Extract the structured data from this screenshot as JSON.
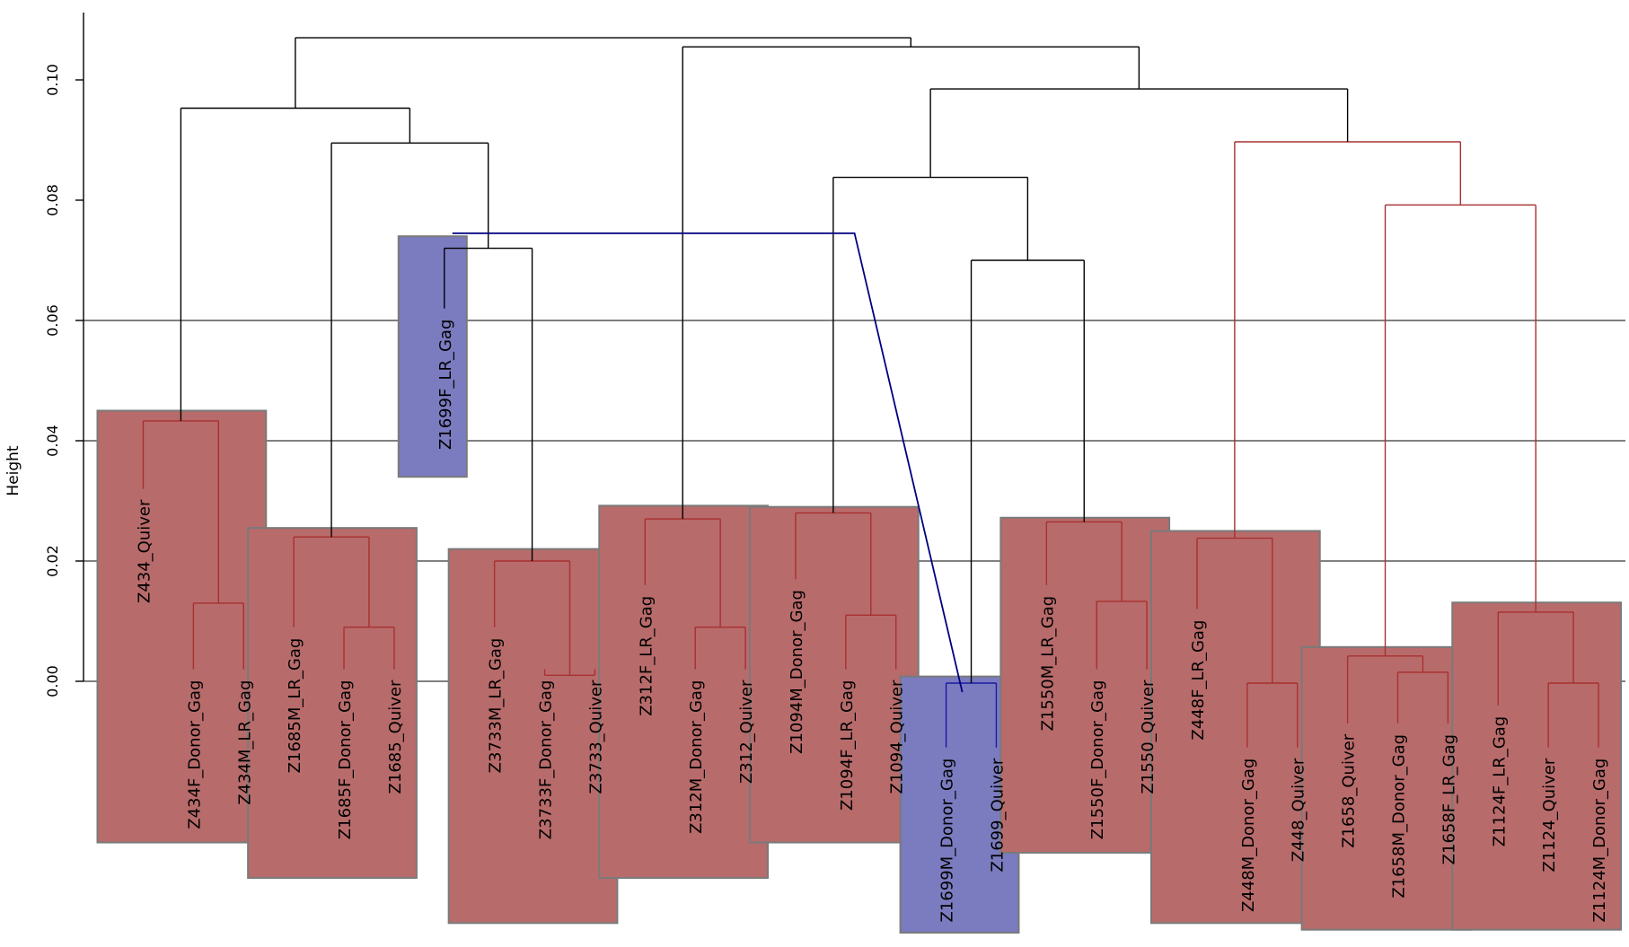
{
  "chart_data": {
    "type": "dendrogram",
    "ylabel": "Height",
    "ylim": [
      0,
      0.11
    ],
    "yticks": [
      0.0,
      0.02,
      0.04,
      0.06,
      0.08,
      0.1
    ],
    "ytick_labels": [
      "0.00",
      "0.02",
      "0.04",
      "0.06",
      "0.08",
      "0.10"
    ],
    "reference_lines": [
      0.0,
      0.02,
      0.04,
      0.06
    ],
    "colors": {
      "red_group": "#a83030",
      "blue_group": "#1a1aa0",
      "connector": "#000080"
    },
    "leaves": [
      {
        "label": "Z434_Quiver",
        "height": 0.032
      },
      {
        "label": "Z434F_Donor_Gag",
        "height": 0.002
      },
      {
        "label": "Z434M_LR_Gag",
        "height": 0.002
      },
      {
        "label": "Z1685M_LR_Gag",
        "height": 0.009
      },
      {
        "label": "Z1685F_Donor_Gag",
        "height": 0.002
      },
      {
        "label": "Z1685_Quiver",
        "height": 0.002
      },
      {
        "label": "Z1699F_LR_Gag",
        "height": 0.062
      },
      {
        "label": "Z3733M_LR_Gag",
        "height": 0.009
      },
      {
        "label": "Z3733F_Donor_Gag",
        "height": 0.002
      },
      {
        "label": "Z3733_Quiver",
        "height": 0.002
      },
      {
        "label": "Z312F_LR_Gag",
        "height": 0.016
      },
      {
        "label": "Z312M_Donor_Gag",
        "height": 0.002
      },
      {
        "label": "Z312_Quiver",
        "height": 0.002
      },
      {
        "label": "Z1094M_Donor_Gag",
        "height": 0.017
      },
      {
        "label": "Z1094F_LR_Gag",
        "height": 0.002
      },
      {
        "label": "Z1094_Quiver",
        "height": 0.002
      },
      {
        "label": "Z1699M_Donor_Gag",
        "height": -0.011
      },
      {
        "label": "Z1699_Quiver",
        "height": -0.011
      },
      {
        "label": "Z1550M_LR_Gag",
        "height": 0.016
      },
      {
        "label": "Z1550F_Donor_Gag",
        "height": 0.002
      },
      {
        "label": "Z1550_Quiver",
        "height": 0.002
      },
      {
        "label": "Z448F_LR_Gag",
        "height": 0.012
      },
      {
        "label": "Z448M_Donor_Gag",
        "height": -0.011
      },
      {
        "label": "Z448_Quiver",
        "height": -0.011
      },
      {
        "label": "Z1658_Quiver",
        "height": -0.007
      },
      {
        "label": "Z1658M_Donor_Gag",
        "height": -0.007
      },
      {
        "label": "Z1658F_LR_Gag",
        "height": -0.007
      },
      {
        "label": "Z1124F_LR_Gag",
        "height": -0.004
      },
      {
        "label": "Z1124_Quiver",
        "height": -0.011
      },
      {
        "label": "Z1124M_Donor_Gag",
        "height": -0.011
      }
    ],
    "merges": [
      {
        "a": 1,
        "b": 2,
        "height": 0.013
      },
      {
        "a": 0,
        "b": "m0",
        "height": 0.0433
      },
      {
        "a": 4,
        "b": 5,
        "height": 0.009
      },
      {
        "a": 3,
        "b": "m2",
        "height": 0.024
      },
      {
        "a": 8,
        "b": 9,
        "height": 0.001
      },
      {
        "a": 7,
        "b": "m4",
        "height": 0.02
      },
      {
        "a": 6,
        "b": "m5",
        "height": 0.072
      },
      {
        "a": "m3",
        "b": "m6",
        "height": 0.0895
      },
      {
        "a": "m1",
        "b": "m7",
        "height": 0.0953
      },
      {
        "a": 11,
        "b": 12,
        "height": 0.009
      },
      {
        "a": 10,
        "b": "m9",
        "height": 0.027
      },
      {
        "a": 14,
        "b": 15,
        "height": 0.011
      },
      {
        "a": 13,
        "b": "m11",
        "height": 0.028
      },
      {
        "a": 16,
        "b": 17,
        "height": -0.0003
      },
      {
        "a": 19,
        "b": 20,
        "height": 0.0133
      },
      {
        "a": 18,
        "b": "m14",
        "height": 0.0265
      },
      {
        "a": "m13",
        "b": "m15",
        "height": 0.07
      },
      {
        "a": "m12",
        "b": "m16",
        "height": 0.0838
      },
      {
        "a": 22,
        "b": 23,
        "height": -0.0003
      },
      {
        "a": 21,
        "b": "m18",
        "height": 0.0238
      },
      {
        "a": 25,
        "b": 26,
        "height": 0.0015
      },
      {
        "a": 24,
        "b": "m20",
        "height": 0.0042
      },
      {
        "a": 28,
        "b": 29,
        "height": -0.0003
      },
      {
        "a": 27,
        "b": "m22",
        "height": 0.0115
      },
      {
        "a": "m21",
        "b": "m23",
        "height": 0.0792
      },
      {
        "a": "m19",
        "b": "m24",
        "height": 0.0897
      },
      {
        "a": "m17",
        "b": "m25",
        "height": 0.0985
      },
      {
        "a": "m10",
        "b": "m26",
        "height": 0.1055
      },
      {
        "a": "m8",
        "b": "m27",
        "height": 0.107
      }
    ],
    "clusters": [
      {
        "leaves": [
          0,
          2
        ],
        "color": "red",
        "top": 0.045,
        "bottom": -0.0268
      },
      {
        "leaves": [
          3,
          5
        ],
        "color": "red",
        "top": 0.0255,
        "bottom": -0.0327
      },
      {
        "leaves": [
          6,
          6
        ],
        "color": "blue",
        "top": 0.074,
        "bottom": 0.034
      },
      {
        "leaves": [
          7,
          9
        ],
        "color": "red",
        "top": 0.022,
        "bottom": -0.0402
      },
      {
        "leaves": [
          10,
          12
        ],
        "color": "red",
        "top": 0.0292,
        "bottom": -0.0327
      },
      {
        "leaves": [
          13,
          15
        ],
        "color": "red",
        "top": 0.029,
        "bottom": -0.0268
      },
      {
        "leaves": [
          16,
          17
        ],
        "color": "blue",
        "top": 0.0008,
        "bottom": -0.0418
      },
      {
        "leaves": [
          18,
          20
        ],
        "color": "red",
        "top": 0.0272,
        "bottom": -0.0285
      },
      {
        "leaves": [
          21,
          23
        ],
        "color": "red",
        "top": 0.025,
        "bottom": -0.0402
      },
      {
        "leaves": [
          24,
          26
        ],
        "color": "red",
        "top": 0.0057,
        "bottom": -0.0413
      },
      {
        "leaves": [
          27,
          29
        ],
        "color": "red",
        "top": 0.0131,
        "bottom": -0.0413
      }
    ],
    "connector": {
      "from_leaf": 6,
      "to_leaf": 16,
      "height": 0.0745
    }
  }
}
